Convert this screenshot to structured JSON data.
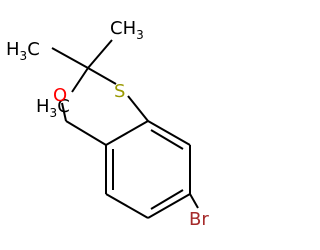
{
  "molecule": {
    "atoms": {
      "methyl_left": {
        "symbol": "H",
        "count": "3",
        "suffix": "C"
      },
      "methyl_right": {
        "prefix": "CH",
        "count": "3"
      },
      "methyl_low": {
        "symbol": "H",
        "count": "3",
        "suffix": "C"
      },
      "oxygen": "O",
      "sulfur": "S",
      "bromine": "Br"
    },
    "colors": {
      "bond": "#000000",
      "carbon": "#000000",
      "oxygen": "#ff0000",
      "sulfur": "#999900",
      "bromine": "#a52a2a"
    }
  }
}
